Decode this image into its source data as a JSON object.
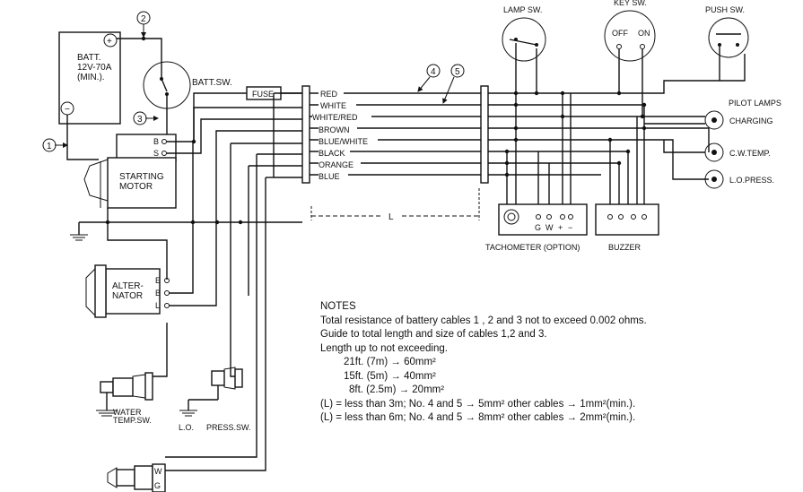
{
  "components": {
    "battery": "BATT.\n12V-70A\n(MIN.).",
    "battery_plus": "+",
    "battery_minus": "−",
    "batt_sw": "BATT.SW.",
    "starting_motor": "STARTING\nMOTOR",
    "starter_terminal_b": "B",
    "starter_terminal_s": "S",
    "alternator": "ALTER-\nNATOR",
    "alt_terminal_e": "E",
    "alt_terminal_b": "B",
    "alt_terminal_l": "L",
    "water_temp_sw": "WATER\nTEMP.SW.",
    "lo_press_sw_lo": "L.O.",
    "lo_press_sw": "PRESS.SW.",
    "sender_w": "W",
    "sender_g": "G",
    "fuse": "FUSE",
    "lamp_sw": "LAMP SW.",
    "key_sw": "KEY SW.",
    "key_off": "OFF",
    "key_on": "ON",
    "push_sw": "PUSH SW.",
    "pilot_lamps": "PILOT LAMPS",
    "charging": "CHARGING",
    "cw_temp": "C.W.TEMP.",
    "lo_press": "L.O.PRESS.",
    "tachometer": "TACHOMETER  (OPTION)",
    "tach_g": "G",
    "tach_w": "W",
    "tach_plus": "+",
    "tach_minus": "−",
    "buzzer": "BUZZER",
    "length_label": "L"
  },
  "wires": [
    "RED",
    "WHITE",
    "WHITE/RED",
    "BROWN",
    "BLUE/WHITE",
    "BLACK",
    "ORANGE",
    "BLUE"
  ],
  "callouts": [
    "1",
    "2",
    "3",
    "4",
    "5"
  ],
  "notes": {
    "title": "NOTES",
    "line1": "Total resistance of battery cables 1 , 2 and 3 not to exceed 0.002 ohms.",
    "line2": "Guide to total length and size of cables 1,2 and 3.",
    "line3": "Length up to not exceeding.",
    "spec1": "21ft. (7m) → 60mm²",
    "spec2": "15ft. (5m) → 40mm²",
    "spec3": "8ft. (2.5m) → 20mm²",
    "rule1": "(L) =  less than 3m; No.  4  and  5  → 5mm² other cables → 1mm²(min.).",
    "rule2": "(L) =  less than 6m; No.  4  and  5  → 8mm² other cables → 2mm²(min.)."
  }
}
